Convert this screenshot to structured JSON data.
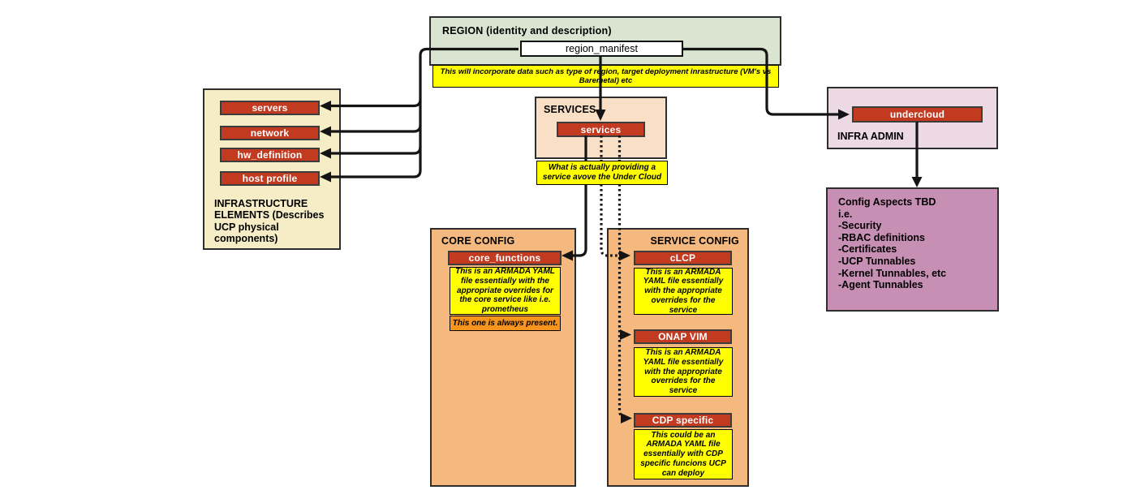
{
  "colors": {
    "node_red": "#c23a20",
    "note_yellow": "#ffff00",
    "note_orange": "#f7941e",
    "region_green": "#d9e5d1",
    "infrastructure_cream": "#f6edc7",
    "services_peach": "#f9dfc5",
    "config_orange": "#f5b97f",
    "infra_admin_pink": "#ecd9e4",
    "config_aspects_purple": "#c88fb4",
    "line_black": "#141414"
  },
  "region": {
    "title": "REGION (identity and description)",
    "manifest": "region_manifest",
    "note": "This will incorporate data such as type of region, target deployment inrastructure (VM's vs\nBaremetal) etc"
  },
  "infrastructure": {
    "buttons": [
      "servers",
      "network",
      "hw_definition",
      "host profile"
    ],
    "label": "INFRASTRUCTURE\nELEMENTS  (Describes\nUCP physical\ncomponents)"
  },
  "services": {
    "title": "SERVICES",
    "button": "services",
    "note": "What is actually providing a\nservice avove  the Under Cloud"
  },
  "core_config": {
    "title": "CORE CONFIG",
    "button": "core_functions",
    "note": "This is an ARMADA YAML\nfile essentially with the\nappropriate overrides for\nthe core  service like i.e.\nprometheus",
    "always_note": "This one is always present."
  },
  "service_config": {
    "title": "SERVICE CONFIG",
    "items": [
      {
        "button": "cLCP",
        "note": "This is an ARMADA\nYAML file essentially\nwith the appropriate\noverrides for the\nservice"
      },
      {
        "button": "ONAP VIM",
        "note": "This is an ARMADA\nYAML file essentially\nwith the appropriate\noverrides for the\nservice"
      },
      {
        "button": "CDP specific",
        "note": "This could be  an\nARMADA YAML file\nessentially with CDP\nspecific funcions UCP\ncan deploy"
      }
    ]
  },
  "infra_admin": {
    "label": "INFRA ADMIN",
    "button": "undercloud"
  },
  "config_aspects": {
    "text": "Config Aspects TBD\ni.e.\n-Security\n-RBAC definitions\n-Certificates\n-UCP Tunnables\n-Kernel Tunnables, etc\n-Agent Tunnables"
  }
}
